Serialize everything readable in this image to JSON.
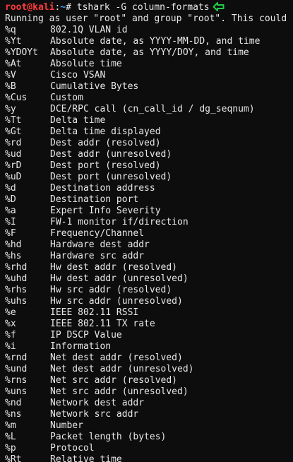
{
  "prompt": {
    "user_host": "root@kali",
    "separator": ":",
    "path": "~",
    "symbol": "#",
    "command": "tshark -G column-formats",
    "arrow_color": "#22cc44"
  },
  "warning": "Running as user \"root\" and group \"root\". This could",
  "columns": [
    {
      "code": "%q",
      "desc": "802.1Q VLAN id"
    },
    {
      "code": "%Yt",
      "desc": "Absolute date, as YYYY-MM-DD, and time"
    },
    {
      "code": "%YDOYt",
      "desc": "Absolute date, as YYYY/DOY, and time"
    },
    {
      "code": "%At",
      "desc": "Absolute time"
    },
    {
      "code": "%V",
      "desc": "Cisco VSAN"
    },
    {
      "code": "%B",
      "desc": "Cumulative Bytes"
    },
    {
      "code": "%Cus",
      "desc": "Custom"
    },
    {
      "code": "%y",
      "desc": "DCE/RPC call (cn_call_id / dg_seqnum)"
    },
    {
      "code": "%Tt",
      "desc": "Delta time"
    },
    {
      "code": "%Gt",
      "desc": "Delta time displayed"
    },
    {
      "code": "%rd",
      "desc": "Dest addr (resolved)"
    },
    {
      "code": "%ud",
      "desc": "Dest addr (unresolved)"
    },
    {
      "code": "%rD",
      "desc": "Dest port (resolved)"
    },
    {
      "code": "%uD",
      "desc": "Dest port (unresolved)"
    },
    {
      "code": "%d",
      "desc": "Destination address"
    },
    {
      "code": "%D",
      "desc": "Destination port"
    },
    {
      "code": "%a",
      "desc": "Expert Info Severity"
    },
    {
      "code": "%I",
      "desc": "FW-1 monitor if/direction"
    },
    {
      "code": "%F",
      "desc": "Frequency/Channel"
    },
    {
      "code": "%hd",
      "desc": "Hardware dest addr"
    },
    {
      "code": "%hs",
      "desc": "Hardware src addr"
    },
    {
      "code": "%rhd",
      "desc": "Hw dest addr (resolved)"
    },
    {
      "code": "%uhd",
      "desc": "Hw dest addr (unresolved)"
    },
    {
      "code": "%rhs",
      "desc": "Hw src addr (resolved)"
    },
    {
      "code": "%uhs",
      "desc": "Hw src addr (unresolved)"
    },
    {
      "code": "%e",
      "desc": "IEEE 802.11 RSSI"
    },
    {
      "code": "%x",
      "desc": "IEEE 802.11 TX rate"
    },
    {
      "code": "%f",
      "desc": "IP DSCP Value"
    },
    {
      "code": "%i",
      "desc": "Information"
    },
    {
      "code": "%rnd",
      "desc": "Net dest addr (resolved)"
    },
    {
      "code": "%und",
      "desc": "Net dest addr (unresolved)"
    },
    {
      "code": "%rns",
      "desc": "Net src addr (resolved)"
    },
    {
      "code": "%uns",
      "desc": "Net src addr (unresolved)"
    },
    {
      "code": "%nd",
      "desc": "Network dest addr"
    },
    {
      "code": "%ns",
      "desc": "Network src addr"
    },
    {
      "code": "%m",
      "desc": "Number"
    },
    {
      "code": "%L",
      "desc": "Packet length (bytes)"
    },
    {
      "code": "%p",
      "desc": "Protocol"
    },
    {
      "code": "%Rt",
      "desc": "Relative time"
    }
  ]
}
